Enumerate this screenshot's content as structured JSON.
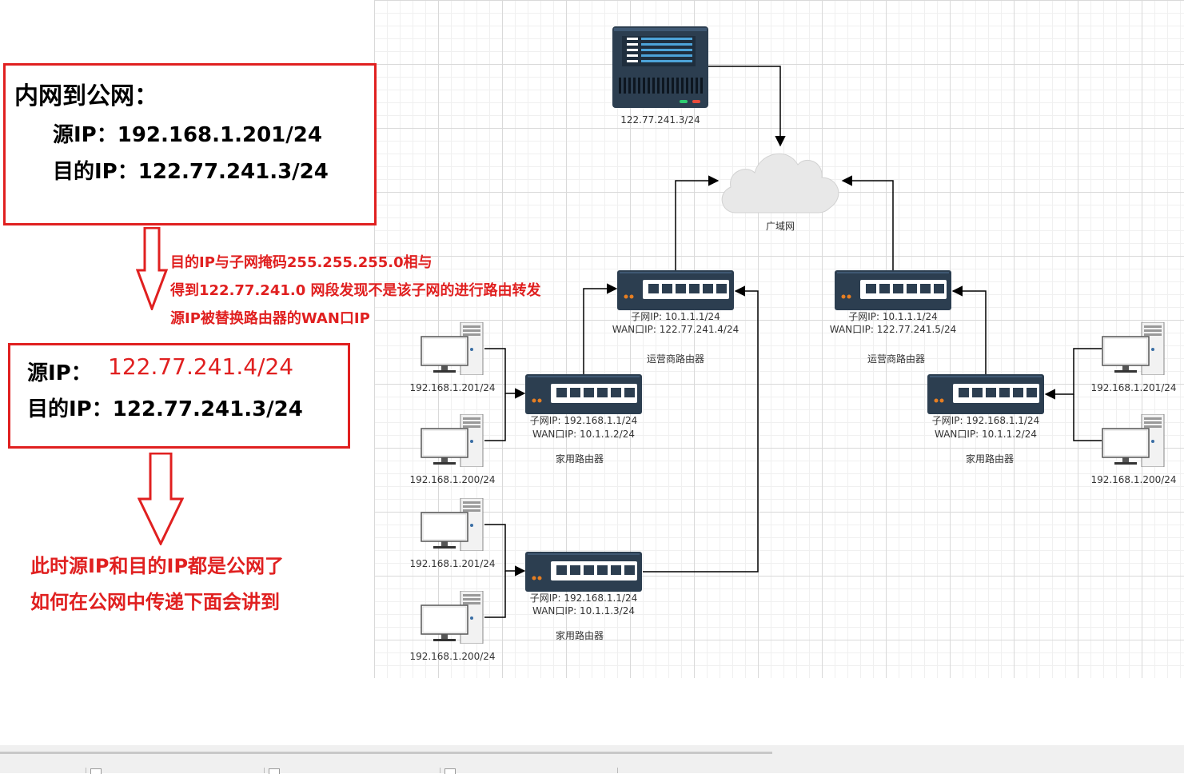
{
  "annotations": {
    "box1": {
      "title": "内网到公网：",
      "src": "源IP：192.168.1.201/24",
      "dst": "目的IP：122.77.241.3/24"
    },
    "note1": [
      "目的IP与子网掩码255.255.255.0相与",
      "得到122.77.241.0 网段发现不是该子网的进行路由转发",
      "源IP被替换路由器的WAN口IP"
    ],
    "box2": {
      "src_label": "源IP：",
      "src_value": "122.77.241.4/24",
      "dst": "目的IP：122.77.241.3/24"
    },
    "note2": [
      "此时源IP和目的IP都是公网了",
      "如何在公网中传递下面会讲到"
    ]
  },
  "diagram": {
    "server": {
      "label": "122.77.241.3/24"
    },
    "cloud": {
      "label": "广域网"
    },
    "isp_left": {
      "subnet": "子网IP:  10.1.1.1/24",
      "wan": "WAN口IP:  122.77.241.4/24",
      "caption": "运营商路由器"
    },
    "isp_right": {
      "subnet": "子网IP:  10.1.1.1/24",
      "wan": "WAN口IP:  122.77.241.5/24",
      "caption": "运营商路由器"
    },
    "home1": {
      "subnet": "子网IP:  192.168.1.1/24",
      "wan": "WAN口IP:  10.1.1.2/24",
      "caption": "家用路由器"
    },
    "home2": {
      "subnet": "子网IP:  192.168.1.1/24",
      "wan": "WAN口IP:  10.1.1.3/24",
      "caption": "家用路由器"
    },
    "home3": {
      "subnet": "子网IP:  192.168.1.1/24",
      "wan": "WAN口IP:  10.1.1.2/24",
      "caption": "家用路由器"
    },
    "pcs": {
      "pc1": "192.168.1.201/24",
      "pc2": "192.168.1.200/24",
      "pc3": "192.168.1.201/24",
      "pc4": "192.168.1.200/24",
      "pc5": "192.168.1.201/24",
      "pc6": "192.168.1.200/24"
    }
  },
  "colors": {
    "accent": "#e02020",
    "device": "#2c3e50",
    "device_port": "#ffffff",
    "led": "#e67e22",
    "cloud": "#e8e8e8",
    "line": "#000000"
  }
}
